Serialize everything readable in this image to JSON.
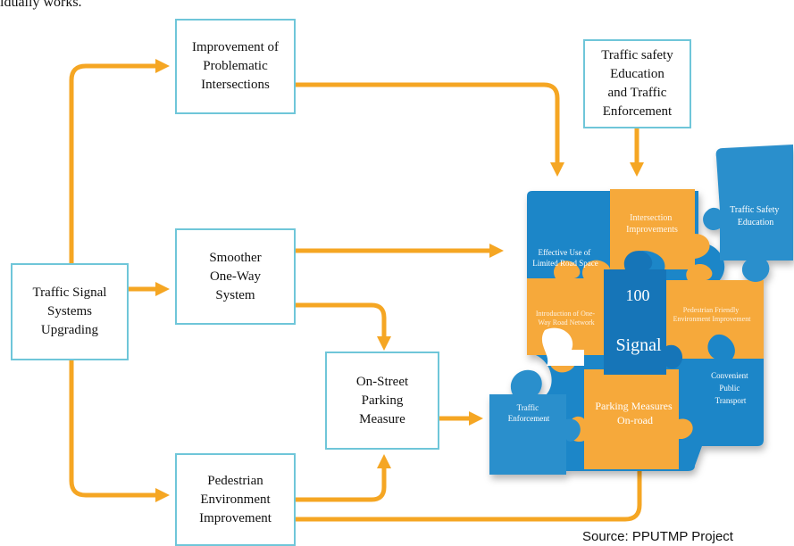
{
  "header_fragment": "idually works.",
  "boxes": {
    "traffic_signal": "Traffic Signal\nSystems\nUpgrading",
    "improvement": "Improvement of\nProblematic\nIntersections",
    "smoother": "Smoother\nOne-Way\nSystem",
    "on_street": "On-Street\nParking\nMeasure",
    "pedestrian": "Pedestrian\nEnvironment\nImprovement",
    "safety_edu": "Traffic safety\nEducation\nand Traffic\nEnforcement"
  },
  "puzzle": {
    "center_100": "100",
    "center_signal": "Signal",
    "intersection": [
      "Intersection",
      "Improvements"
    ],
    "effective": [
      "Effective Use of",
      "Limited Road Space"
    ],
    "traffic_safety_education": [
      "Traffic Safety",
      "Education"
    ],
    "left_mid": [
      "Introduction of One-",
      "Way Road Network"
    ],
    "right_mid": [
      "Pedestrian Friendly",
      "Environment Improvement"
    ],
    "traffic_enforcement": [
      "Traffic",
      "Enforcement"
    ],
    "parking_measures": [
      "Parking Measures",
      "On-road"
    ],
    "convenient": [
      "Convenient",
      "Public",
      "Transport"
    ]
  },
  "source": "Source: PPUTMP Project",
  "colors": {
    "arrow": "#f5a623",
    "box_border": "#6fc6d9",
    "puzzle_blue": "#1c86c8",
    "puzzle_orange": "#f6a93b"
  }
}
